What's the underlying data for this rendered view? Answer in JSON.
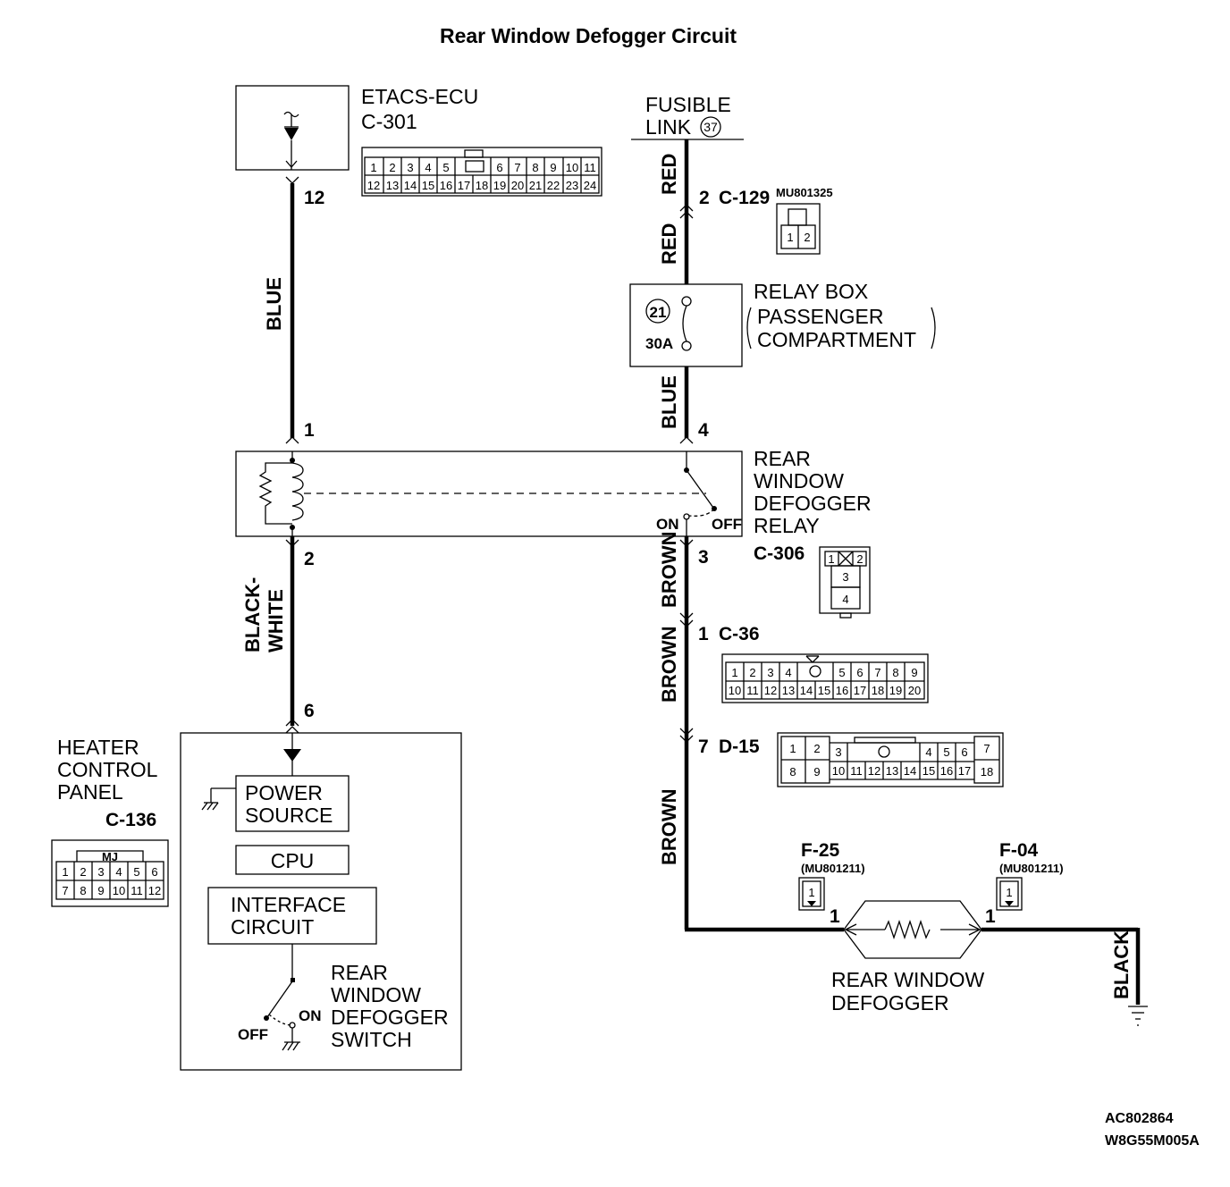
{
  "title": "Rear Window Defogger Circuit",
  "etacs": {
    "name": "ETACS-ECU",
    "connector": "C-301",
    "pin": "12",
    "pins_top": [
      "1",
      "2",
      "3",
      "4",
      "5",
      "",
      "6",
      "7",
      "8",
      "9",
      "10",
      "11"
    ],
    "pins_bottom": [
      "12",
      "13",
      "14",
      "15",
      "16",
      "17",
      "18",
      "19",
      "20",
      "21",
      "22",
      "23",
      "24"
    ]
  },
  "fusible_link": {
    "line1": "FUSIBLE",
    "line2": "LINK",
    "number": "37"
  },
  "c129": {
    "pin": "2",
    "connector": "C-129",
    "part": "MU801325",
    "pins": [
      "1",
      "2"
    ]
  },
  "relay_box": {
    "fuse_number": "21",
    "fuse_rating": "30A",
    "name": "RELAY BOX",
    "sub1": "PASSENGER",
    "sub2": "COMPARTMENT"
  },
  "relay": {
    "line1": "REAR",
    "line2": "WINDOW",
    "line3": "DEFOGGER",
    "line4": "RELAY",
    "connector": "C-306",
    "pin_coil_top": "1",
    "pin_coil_bottom": "2",
    "pin_contact_top": "4",
    "pin_contact_bottom": "3",
    "on_label": "ON",
    "off_label": "OFF",
    "connector_pins": [
      "1",
      "2",
      "3",
      "4"
    ]
  },
  "c36": {
    "pin": "1",
    "connector": "C-36",
    "pins_top": [
      "1",
      "2",
      "3",
      "4",
      "",
      "5",
      "6",
      "7",
      "8",
      "9"
    ],
    "pins_bottom": [
      "10",
      "11",
      "12",
      "13",
      "14",
      "15",
      "16",
      "17",
      "18",
      "19",
      "20"
    ]
  },
  "d15": {
    "pin": "7",
    "connector": "D-15",
    "pins_top": [
      "1",
      "2",
      "3",
      "4",
      "5",
      "6",
      "7"
    ],
    "pins_bottom": [
      "8",
      "9",
      "10",
      "11",
      "12",
      "13",
      "14",
      "15",
      "16",
      "17",
      "18"
    ]
  },
  "hcp": {
    "line1": "HEATER",
    "line2": "CONTROL",
    "line3": "PANEL",
    "connector": "C-136",
    "pin": "6",
    "header": "MJ",
    "pins_top": [
      "1",
      "2",
      "3",
      "4",
      "5",
      "6"
    ],
    "pins_bottom": [
      "7",
      "8",
      "9",
      "10",
      "11",
      "12"
    ],
    "power_line1": "POWER",
    "power_line2": "SOURCE",
    "cpu": "CPU",
    "iface_line1": "INTERFACE",
    "iface_line2": "CIRCUIT",
    "switch_line1": "REAR",
    "switch_line2": "WINDOW",
    "switch_line3": "DEFOGGER",
    "switch_line4": "SWITCH",
    "off_label": "OFF",
    "on_label": "ON"
  },
  "wires": {
    "etacs_to_relay": "BLUE",
    "relay_to_hcp_1": "BLACK-",
    "relay_to_hcp_2": "WHITE",
    "fusible_to_c129": "RED",
    "c129_to_relaybox": "RED",
    "relaybox_to_relay": "BLUE",
    "relay_to_c36": "BROWN",
    "c36_to_d15": "BROWN",
    "d15_to_defogger": "BROWN",
    "defogger_to_ground": "BLACK"
  },
  "f25": {
    "connector": "F-25",
    "part": "(MU801211)",
    "pin": "1"
  },
  "f04": {
    "connector": "F-04",
    "part": "(MU801211)",
    "pin": "1"
  },
  "defogger": {
    "line1": "REAR WINDOW",
    "line2": "DEFOGGER"
  },
  "footer": {
    "code1": "AC802864",
    "code2": "W8G55M005A"
  }
}
